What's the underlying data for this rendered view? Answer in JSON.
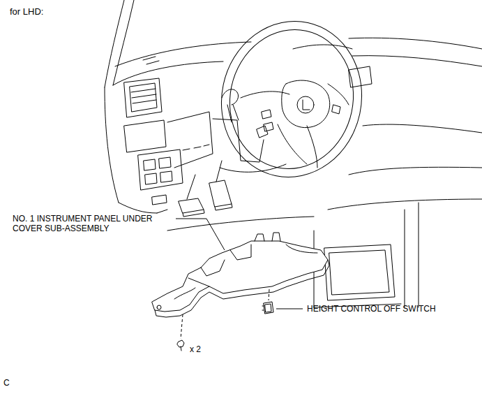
{
  "diagram": {
    "title": "for LHD:",
    "labels": [
      "NO. 1 INSTRUMENT PANEL UNDER COVER SUB-ASSEMBLY",
      "HEIGHT CONTROL OFF SWITCH",
      "x 2",
      "C"
    ]
  }
}
